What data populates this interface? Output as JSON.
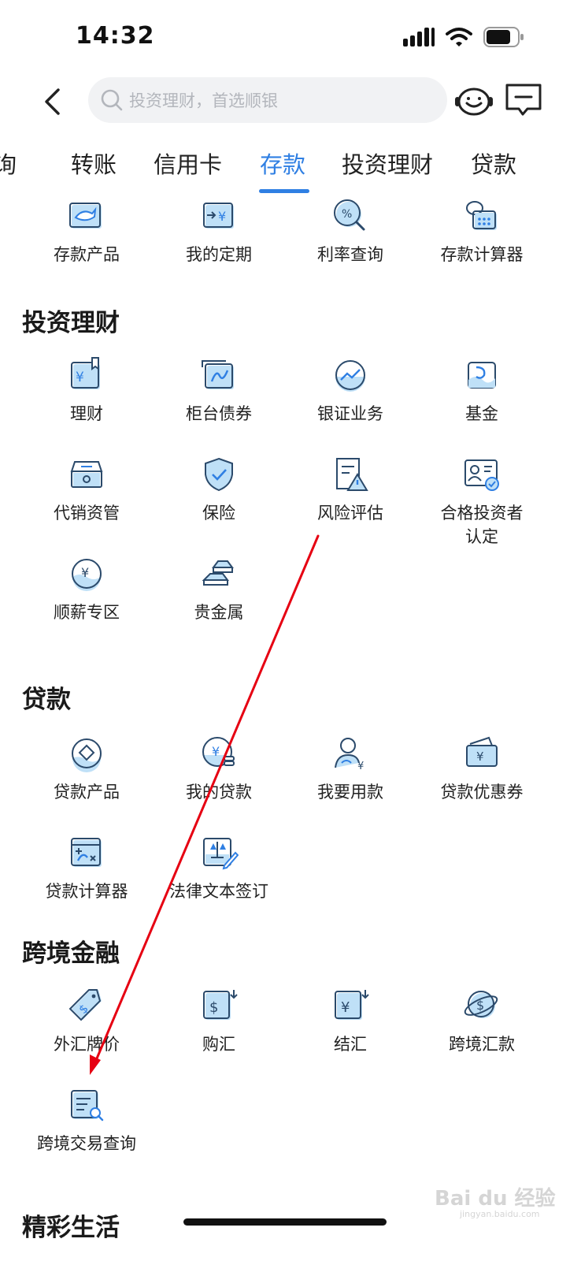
{
  "status": {
    "time": "14:32"
  },
  "search": {
    "placeholder": "投资理财，首选顺银"
  },
  "tabs": [
    {
      "label": "询"
    },
    {
      "label": "转账"
    },
    {
      "label": "信用卡"
    },
    {
      "label": "存款"
    },
    {
      "label": "投资理财"
    },
    {
      "label": "贷款"
    }
  ],
  "deposit": {
    "items": [
      {
        "label": "存款产品",
        "icon": "whale-card-icon"
      },
      {
        "label": "我的定期",
        "icon": "arrow-yuan-icon"
      },
      {
        "label": "利率查询",
        "icon": "percent-search-icon"
      },
      {
        "label": "存款计算器",
        "icon": "piggy-calendar-icon"
      }
    ]
  },
  "invest": {
    "title": "投资理财",
    "items": [
      {
        "label": "理财",
        "icon": "yuan-bookmark-icon"
      },
      {
        "label": "柜台债券",
        "icon": "bond-icon"
      },
      {
        "label": "银证业务",
        "icon": "trend-circle-icon"
      },
      {
        "label": "基金",
        "icon": "fund-wave-icon"
      },
      {
        "label": "代销资管",
        "icon": "archive-box-icon"
      },
      {
        "label": "保险",
        "icon": "shield-check-icon"
      },
      {
        "label": "风险评估",
        "icon": "risk-warning-icon"
      },
      {
        "label": "合格投资者",
        "label2": "认定",
        "icon": "id-card-check-icon"
      },
      {
        "label": "顺薪专区",
        "icon": "yuan-coin-wave-icon"
      },
      {
        "label": "贵金属",
        "icon": "gold-bar-icon"
      }
    ]
  },
  "loan": {
    "title": "贷款",
    "items": [
      {
        "label": "贷款产品",
        "icon": "diamond-coin-icon"
      },
      {
        "label": "我的贷款",
        "icon": "yuan-coin-stack-icon"
      },
      {
        "label": "我要用款",
        "icon": "user-yuan-icon"
      },
      {
        "label": "贷款优惠券",
        "icon": "coupon-wallet-icon"
      },
      {
        "label": "贷款计算器",
        "icon": "calculator-icon"
      },
      {
        "label": "法律文本签订",
        "icon": "legal-sign-icon"
      }
    ]
  },
  "crossborder": {
    "title": "跨境金融",
    "items": [
      {
        "label": "外汇牌价",
        "icon": "dollar-tag-icon"
      },
      {
        "label": "购汇",
        "icon": "dollar-doc-icon"
      },
      {
        "label": "结汇",
        "icon": "yuan-doc-icon"
      },
      {
        "label": "跨境汇款",
        "icon": "dollar-planet-icon"
      },
      {
        "label": "跨境交易查询",
        "icon": "doc-search-icon"
      }
    ]
  },
  "life": {
    "title": "精彩生活"
  },
  "colors": {
    "accent": "#2f7fe3",
    "iconLine": "#2b4a6b",
    "iconFill": "#bfe0f7",
    "annotation": "#e60012"
  },
  "watermark": {
    "text": "Bai du 经验",
    "sub": "jingyan.baidu.com"
  }
}
